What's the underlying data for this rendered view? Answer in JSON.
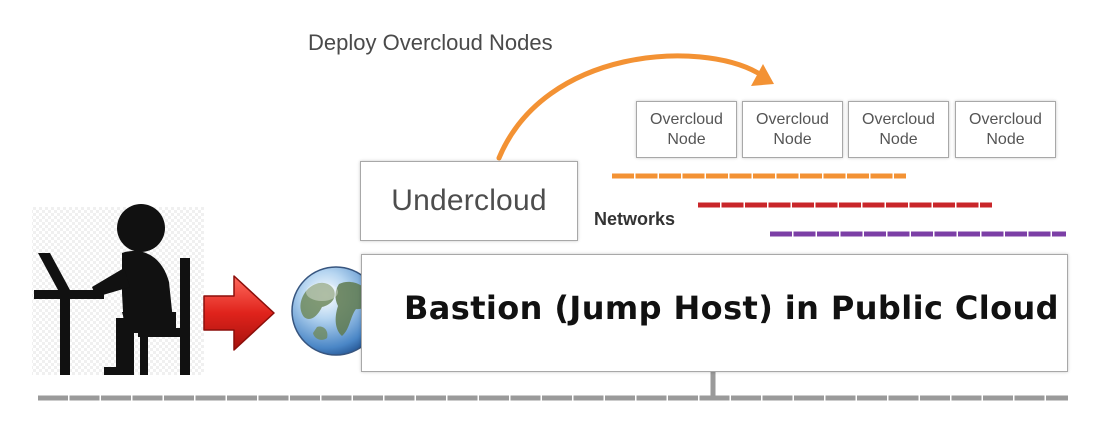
{
  "diagram": {
    "deploy_label": "Deploy Overcloud Nodes",
    "undercloud_label": "Undercloud",
    "networks_label": "Networks",
    "bastion_label": "Bastion (Jump Host) in Public Cloud",
    "overcloud_nodes": [
      {
        "line1": "Overcloud",
        "line2": "Node"
      },
      {
        "line1": "Overcloud",
        "line2": "Node"
      },
      {
        "line1": "Overcloud",
        "line2": "Node"
      },
      {
        "line1": "Overcloud",
        "line2": "Node"
      }
    ]
  },
  "icons": {
    "user": "user-at-laptop-icon",
    "arrow": "red-arrow-icon",
    "globe": "globe-icon"
  },
  "colors": {
    "deploy_arrow": "#f39234",
    "network_orange": "#f39234",
    "network_red": "#c9262a",
    "network_purple": "#7c3fa6",
    "bottom_network": "#9a9a9a",
    "arrow_red": "#d8211c"
  }
}
